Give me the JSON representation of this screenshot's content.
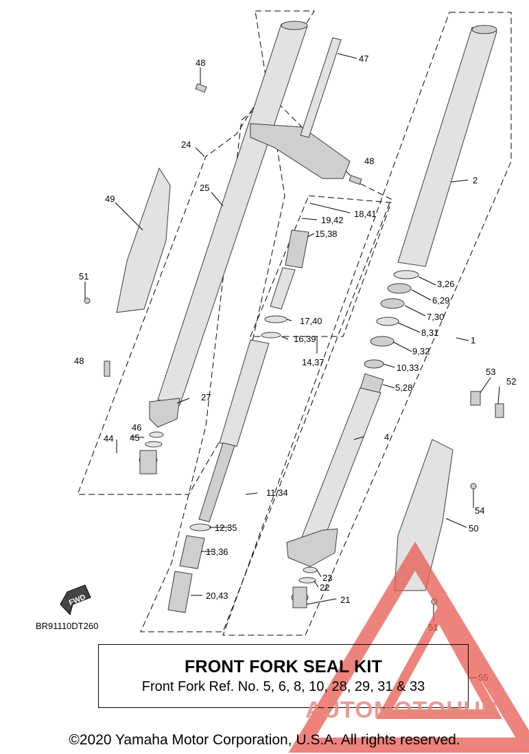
{
  "diagram": {
    "labels": [
      "48",
      "47",
      "24",
      "25",
      "49",
      "51",
      "48",
      "27",
      "46",
      "45",
      "44",
      "48",
      "2",
      "18,41",
      "19,42",
      "15,38",
      "3,26",
      "6,29",
      "7,30",
      "8,31",
      "17,40",
      "16,39",
      "1",
      "9,32",
      "14,37",
      "10,33",
      "53",
      "52",
      "5,28",
      "4",
      "54",
      "11,34",
      "50",
      "12,35",
      "13,36",
      "23",
      "22",
      "21",
      "20,43",
      "51",
      "55"
    ],
    "fwd_label": "FWD",
    "drawing_code": "BR91110DT260"
  },
  "seal_kit": {
    "title": "FRONT FORK SEAL KIT",
    "subtitle": "Front Fork Ref. No. 5, 6, 8, 10, 28, 29, 31 & 33"
  },
  "watermark": {
    "text": "AUTOMOTOHUB",
    "colors": [
      "#f2b880",
      "#e87060",
      "#888888"
    ]
  },
  "copyright": "©2020 Yamaha Motor Corporation, U.S.A. All rights reserved."
}
